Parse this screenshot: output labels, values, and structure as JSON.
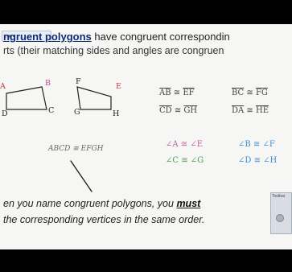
{
  "toolbar": {
    "label": "⁝ ▾ ▪"
  },
  "heading": {
    "term": "ngruent polygons",
    "rest": " have congruent correspondin",
    "line2": "rts (their matching sides and angles are congruen"
  },
  "figures": {
    "left_labels": [
      "B",
      "C",
      "D"
    ],
    "right_labels": [
      "F",
      "E",
      "G",
      "H"
    ],
    "left_corner_mark": "A"
  },
  "side_pairs": [
    {
      "left": "AB",
      "right": "EF"
    },
    {
      "left": "BC",
      "right": "FG"
    },
    {
      "left": "CD",
      "right": "GH"
    },
    {
      "left": "DA",
      "right": "HE"
    }
  ],
  "angle_pairs": [
    {
      "text": "∠A ≅ ∠E"
    },
    {
      "text": "∠B ≅ ∠F"
    },
    {
      "text": "∠C ≅ ∠G"
    },
    {
      "text": "∠D ≅ ∠H"
    }
  ],
  "congruence_statement": "ABCD ≅ EFGH",
  "sentence": {
    "part1": "en you name congruent polygons, you ",
    "must": "must",
    "line2": "the corresponding vertices in the same order."
  },
  "panel": {
    "title": "Toolbar"
  },
  "colors": {
    "background": "#f6f6f4",
    "heading_term": "#0e2a78",
    "green": "#4f9a4f",
    "magenta": "#c25aa8",
    "blue": "#3c8ed0"
  }
}
